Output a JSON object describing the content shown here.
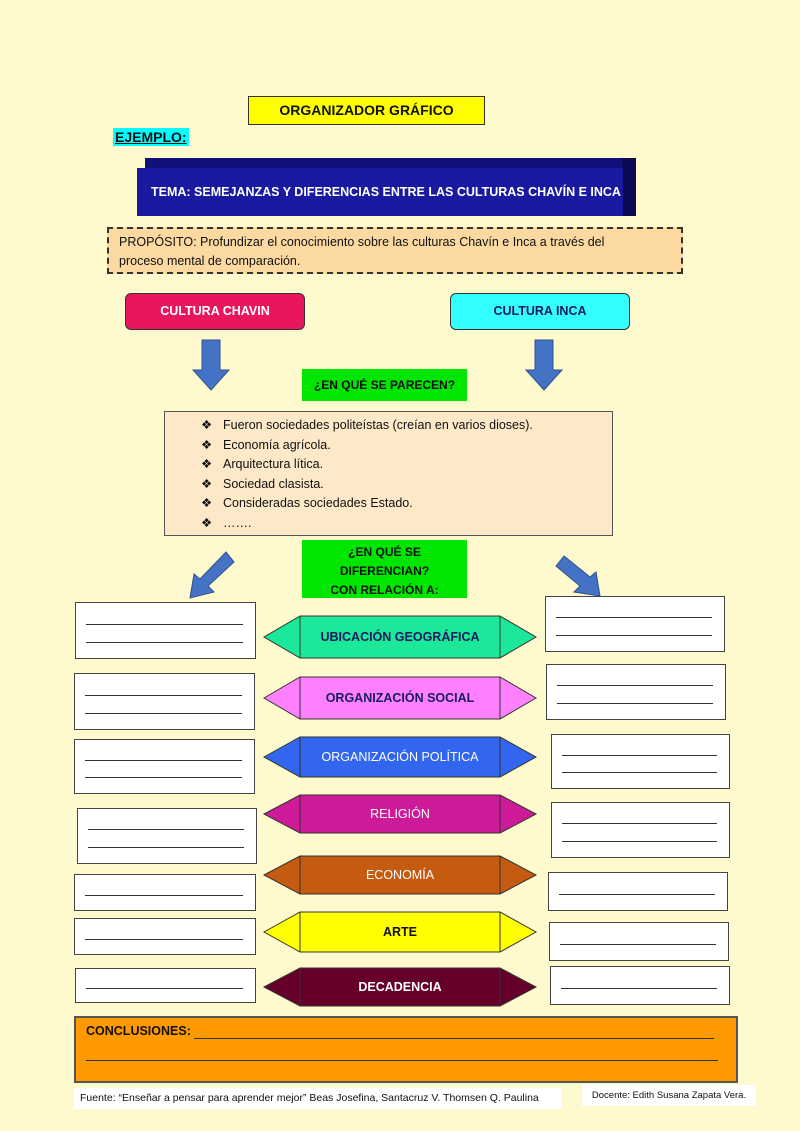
{
  "title": "ORGANIZADOR GRÁFICO",
  "example_label": "EJEMPLO:",
  "tema": "TEMA: SEMEJANZAS Y DIFERENCIAS ENTRE LAS CULTURAS CHAVÍN  E INCA",
  "proposito": {
    "line1": "PROPÓSITO: Profundizar el conocimiento sobre las culturas Chavín e Inca a través del",
    "line2": "proceso mental de comparación."
  },
  "cultures": {
    "left": "CULTURA CHAVIN",
    "right": "CULTURA INCA"
  },
  "similarities": {
    "question": "¿EN QUÉ SE PARECEN?",
    "bullet": "❖",
    "items": [
      "Fueron sociedades politeístas (creían en varios dioses).",
      "Economía agrícola.",
      "Arquitectura lítica.",
      "Sociedad clasista.",
      "Consideradas sociedades Estado.",
      "……."
    ]
  },
  "differences": {
    "question": "¿EN QUÉ SE DIFERENCIAN?",
    "subtitle": "CON RELACIÓN A:",
    "categories": [
      {
        "label": "UBICACIÓN GEOGRÁFICA",
        "color": "#1ce89a",
        "text_color": "#1a1a60"
      },
      {
        "label": "ORGANIZACIÓN SOCIAL",
        "color": "#ff80ff",
        "text_color": "#1a1a60"
      },
      {
        "label": "ORGANIZACIÓN POLÍTICA",
        "color": "#3366ee",
        "text_color": "#ffffff"
      },
      {
        "label": "RELIGIÓN",
        "color": "#cc1a99",
        "text_color": "#ffffff"
      },
      {
        "label": "ECONOMÍA",
        "color": "#c55a11",
        "text_color": "#ffffff"
      },
      {
        "label": "ARTE",
        "color": "#ffff00",
        "text_color": "#111111"
      },
      {
        "label": "DECADENCIA",
        "color": "#66002a",
        "text_color": "#ffffff"
      }
    ]
  },
  "conclusions_label": "CONCLUSIONES:",
  "source": "Fuente: “Enseñar a pensar para aprender  mejor” Beas Josefina, Santacruz  V.  Thomsen Q. Paulina",
  "teacher": "Docente: Edith Susana Zapata Vera.",
  "colors": {
    "background": "#fffacd",
    "down_arrow": "#4472c4",
    "conclusions": "#ff9900"
  }
}
